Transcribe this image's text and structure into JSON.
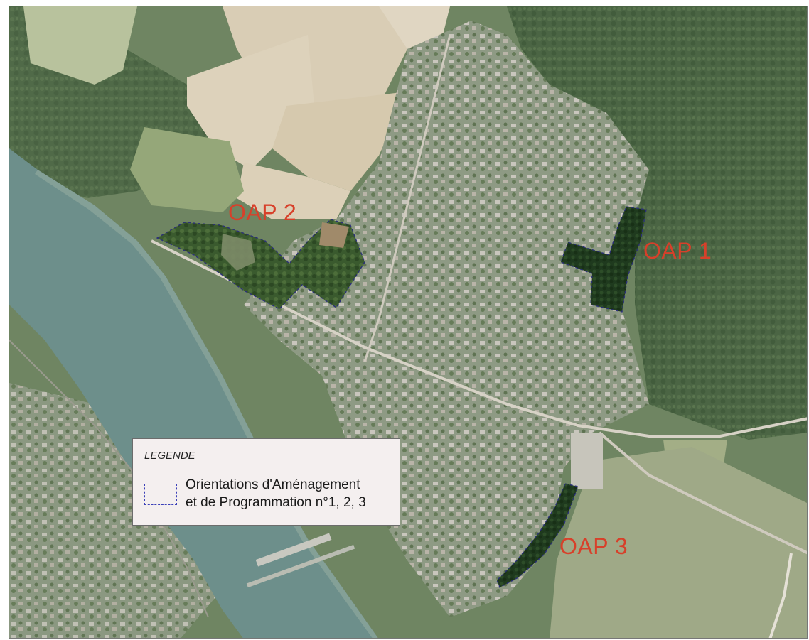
{
  "map": {
    "labels": {
      "oap1": "OAP 1",
      "oap2": "OAP 2",
      "oap3": "OAP 3"
    },
    "zones": [
      {
        "id": "oap1",
        "name": "OAP 1"
      },
      {
        "id": "oap2",
        "name": "OAP 2"
      },
      {
        "id": "oap3",
        "name": "OAP 3"
      }
    ],
    "colors": {
      "label_red": "#d7402a",
      "zone_outline": "#2b2f7a",
      "legend_swatch": "#3a3fb8",
      "river": "#6d8f8b",
      "forest": "#4f6a45",
      "fields": "#d9cdb5"
    }
  },
  "legend": {
    "title": "LEGENDE",
    "line1": "Orientations d'Aménagement",
    "line2": "et de Programmation n°1, 2, 3"
  }
}
